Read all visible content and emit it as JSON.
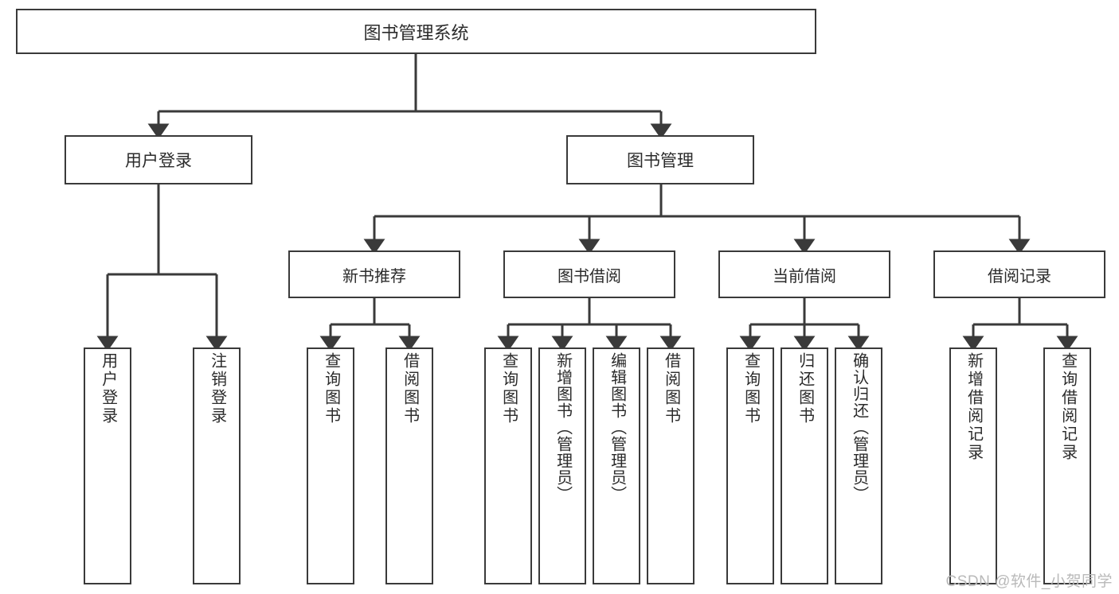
{
  "diagram": {
    "title": "图书管理系统",
    "type": "function-structure-tree",
    "colors": {
      "box_border": "#3a3a3a",
      "box_fill": "#ffffff",
      "connector": "#3a3a3a",
      "text": "#2b2b2b",
      "watermark": "#b9b9b9"
    },
    "root": {
      "label": "图书管理系统"
    },
    "level2": [
      {
        "label": "用户登录"
      },
      {
        "label": "图书管理"
      }
    ],
    "level3": [
      {
        "label": "新书推荐"
      },
      {
        "label": "图书借阅"
      },
      {
        "label": "当前借阅"
      },
      {
        "label": "借阅记录"
      }
    ],
    "leaves": {
      "user_login": [
        {
          "label": "用户登录"
        },
        {
          "label": "注销登录"
        }
      ],
      "new_book_recommend": [
        {
          "label": "查询图书"
        },
        {
          "label": "借阅图书"
        }
      ],
      "book_borrow": [
        {
          "label": "查询图书"
        },
        {
          "label": "新增图书（管理员）"
        },
        {
          "label": "编辑图书（管理员）"
        },
        {
          "label": "借阅图书"
        }
      ],
      "current_borrow": [
        {
          "label": "查询图书"
        },
        {
          "label": "归还图书"
        },
        {
          "label": "确认归还（管理员）"
        }
      ],
      "borrow_record": [
        {
          "label": "新增借阅记录"
        },
        {
          "label": "查询借阅记录"
        }
      ]
    },
    "watermark": "CSDN @软件_小贺同学"
  }
}
